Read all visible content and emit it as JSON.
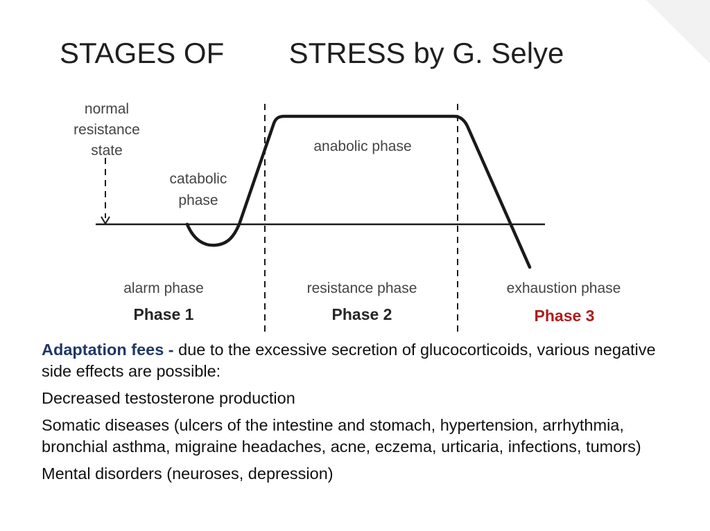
{
  "slide": {
    "title": "STAGES OF        STRESS by G. Selye"
  },
  "diagram": {
    "labels": {
      "normal_line1": "normal",
      "normal_line2": "resistance",
      "normal_line3": "state",
      "catabolic_line1": "catabolic",
      "catabolic_line2": "phase",
      "anabolic": "anabolic phase"
    },
    "phases": [
      {
        "name": "alarm phase",
        "label": "Phase 1"
      },
      {
        "name": "resistance phase",
        "label": "Phase 2"
      },
      {
        "name": "exhaustion phase",
        "label": "Phase 3"
      }
    ],
    "colors": {
      "curve": "#1a1a1a",
      "phase3": "#b01c1c",
      "accent": "#203864"
    }
  },
  "text": {
    "lead_bold": "Adaptation fees - ",
    "lead_rest": "due to the excessive secretion of glucocorticoids, various negative side effects are possible:",
    "item1": "Decreased testosterone production",
    "item2": "Somatic diseases (ulcers of the intestine and stomach, hypertension, arrhythmia, bronchial asthma, migraine headaches, acne, eczema, urticaria, infections, tumors)",
    "item3": "Mental disorders (neuroses, depression)"
  }
}
